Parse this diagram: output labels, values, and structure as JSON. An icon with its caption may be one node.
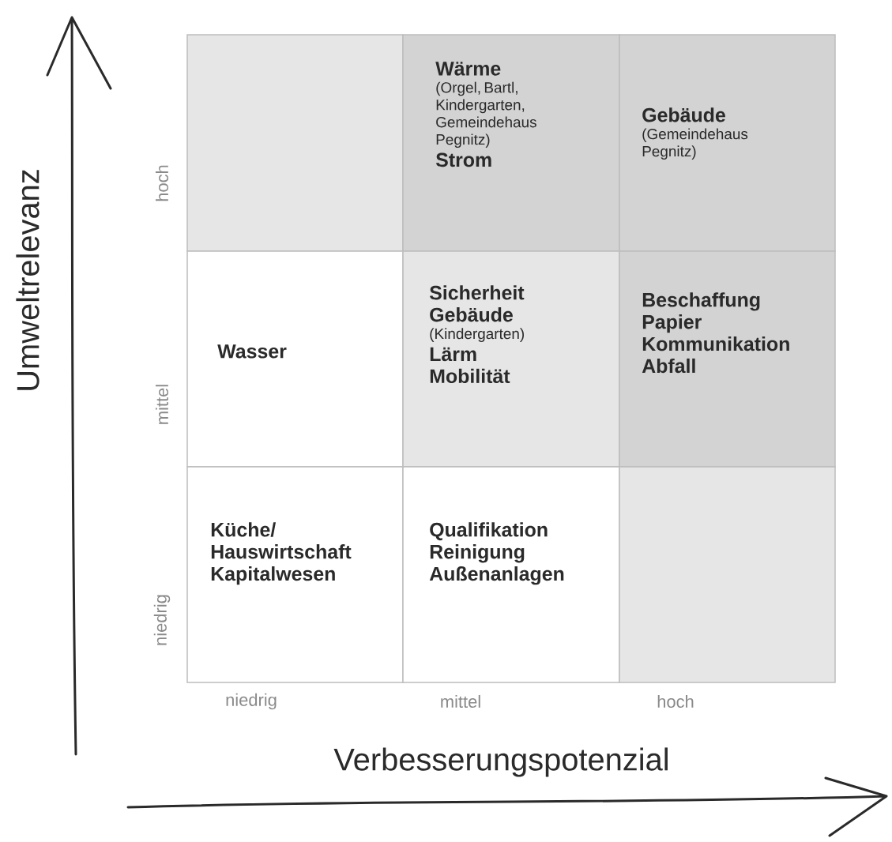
{
  "diagram": {
    "nodes": [
      {
        "text": [],
        "shape": "box"
      },
      {
        "text": [
          "Wärme",
          "(Orgel, Bartl, Kindergarten, Gemeindehaus Pegnitz)",
          "Strom"
        ]
      },
      {
        "text": [
          "Gebäude",
          "(Gemeindehaus Pegnitz)"
        ]
      },
      {
        "text": [
          "Wasser"
        ]
      },
      {
        "text": [
          "Sicherheit",
          "Gebäude",
          "(Kindergarten)",
          "Lärm",
          "Mobilität"
        ]
      },
      {
        "text": [
          "Beschaffung",
          "Papier",
          "Kommunikation",
          "Abfall"
        ]
      },
      {
        "text": [
          "Küche/ Hauswirtschaft",
          "Kapitalwesen"
        ]
      },
      {
        "text": [
          "Qualifikation",
          "Reinigung",
          "Außenanlagen"
        ]
      },
      {
        "text": [],
        "shape": "box"
      }
    ],
    "edges": [],
    "labels": [
      "Umweltrelevanz",
      "hoch",
      "mittel",
      "niedrig",
      "niedrig",
      "mittel",
      "hoch",
      "Verbesserungspotenzial"
    ]
  }
}
